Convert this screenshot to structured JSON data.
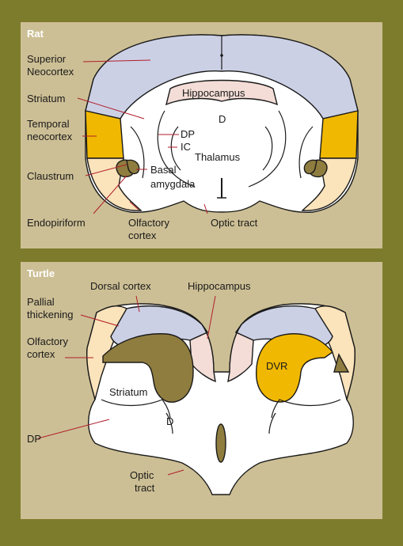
{
  "colors": {
    "frame": "#7d7c2c",
    "panel": "#cdbf95",
    "neocortex": "#ccd0e5",
    "hippocampus": "#f3ddd6",
    "temporal": "#f0b800",
    "olfactory": "#fbe3bb",
    "olive": "#8f7d3f",
    "dvr": "#f0b800",
    "white": "#ffffff",
    "leader": "#b01e2a"
  },
  "rat": {
    "title": "Rat",
    "labels": {
      "superior_neocortex_1": "Superior",
      "superior_neocortex_2": "Neocortex",
      "hippocampus": "Hippocampus",
      "striatum": "Striatum",
      "d": "D",
      "temporal_1": "Temporal",
      "temporal_2": "neocortex",
      "dp": "DP",
      "ic": "IC",
      "thalamus": "Thalamus",
      "claustrum": "Claustrum",
      "basal_1": "Basal",
      "basal_2": "amygdala",
      "endopiriform": "Endopiriform",
      "olfactory_1": "Olfactory",
      "olfactory_2": "cortex",
      "optic_tract": "Optic tract"
    }
  },
  "turtle": {
    "title": "Turtle",
    "labels": {
      "dorsal_cortex": "Dorsal cortex",
      "hippocampus": "Hippocampus",
      "pallial_1": "Pallial",
      "pallial_2": "thickening",
      "olfactory_1": "Olfactory",
      "olfactory_2": "cortex",
      "dvr": "DVR",
      "striatum": "Striatum",
      "d": "D",
      "dp": "DP",
      "optic_1": "Optic",
      "optic_2": "tract"
    }
  }
}
